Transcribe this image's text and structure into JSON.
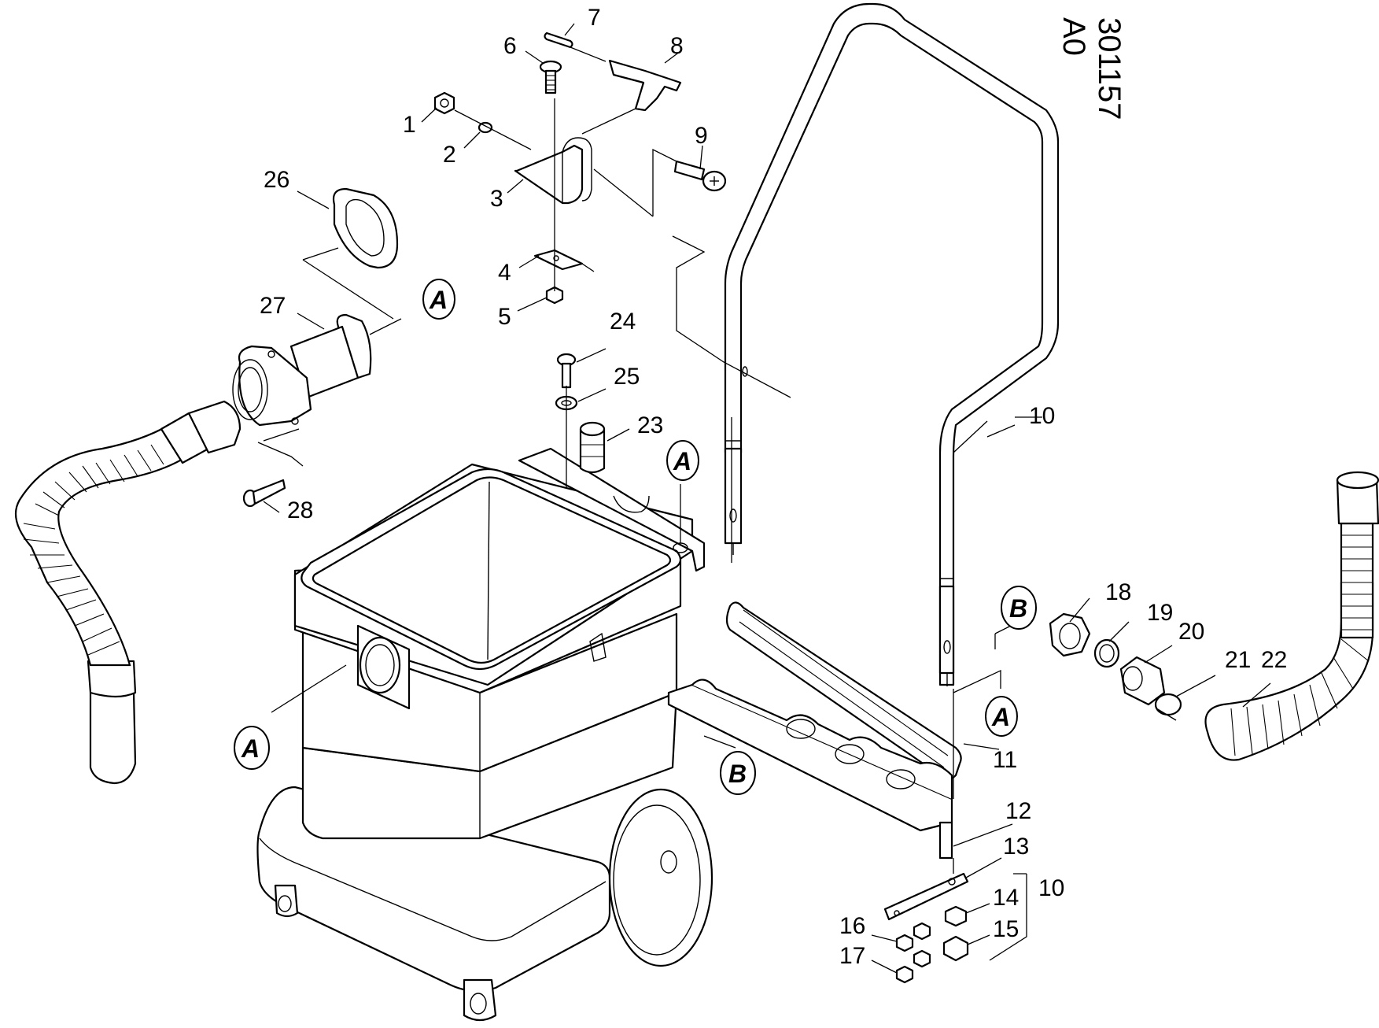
{
  "drawing_code": {
    "line1": "301157",
    "line2": "A0"
  },
  "callouts": {
    "n1": "1",
    "n2": "2",
    "n3": "3",
    "n4": "4",
    "n5": "5",
    "n6": "6",
    "n7": "7",
    "n8": "8",
    "n9": "9",
    "n10_handle": "10",
    "n10_group": "10",
    "n11": "11",
    "n12": "12",
    "n13": "13",
    "n14": "14",
    "n15": "15",
    "n16": "16",
    "n17": "17",
    "n18": "18",
    "n19": "19",
    "n20": "20",
    "n21": "21",
    "n22": "22",
    "n23": "23",
    "n24": "24",
    "n25": "25",
    "n26": "26",
    "n27": "27",
    "n28": "28"
  },
  "connection_markers": {
    "a": "A",
    "b": "B"
  }
}
